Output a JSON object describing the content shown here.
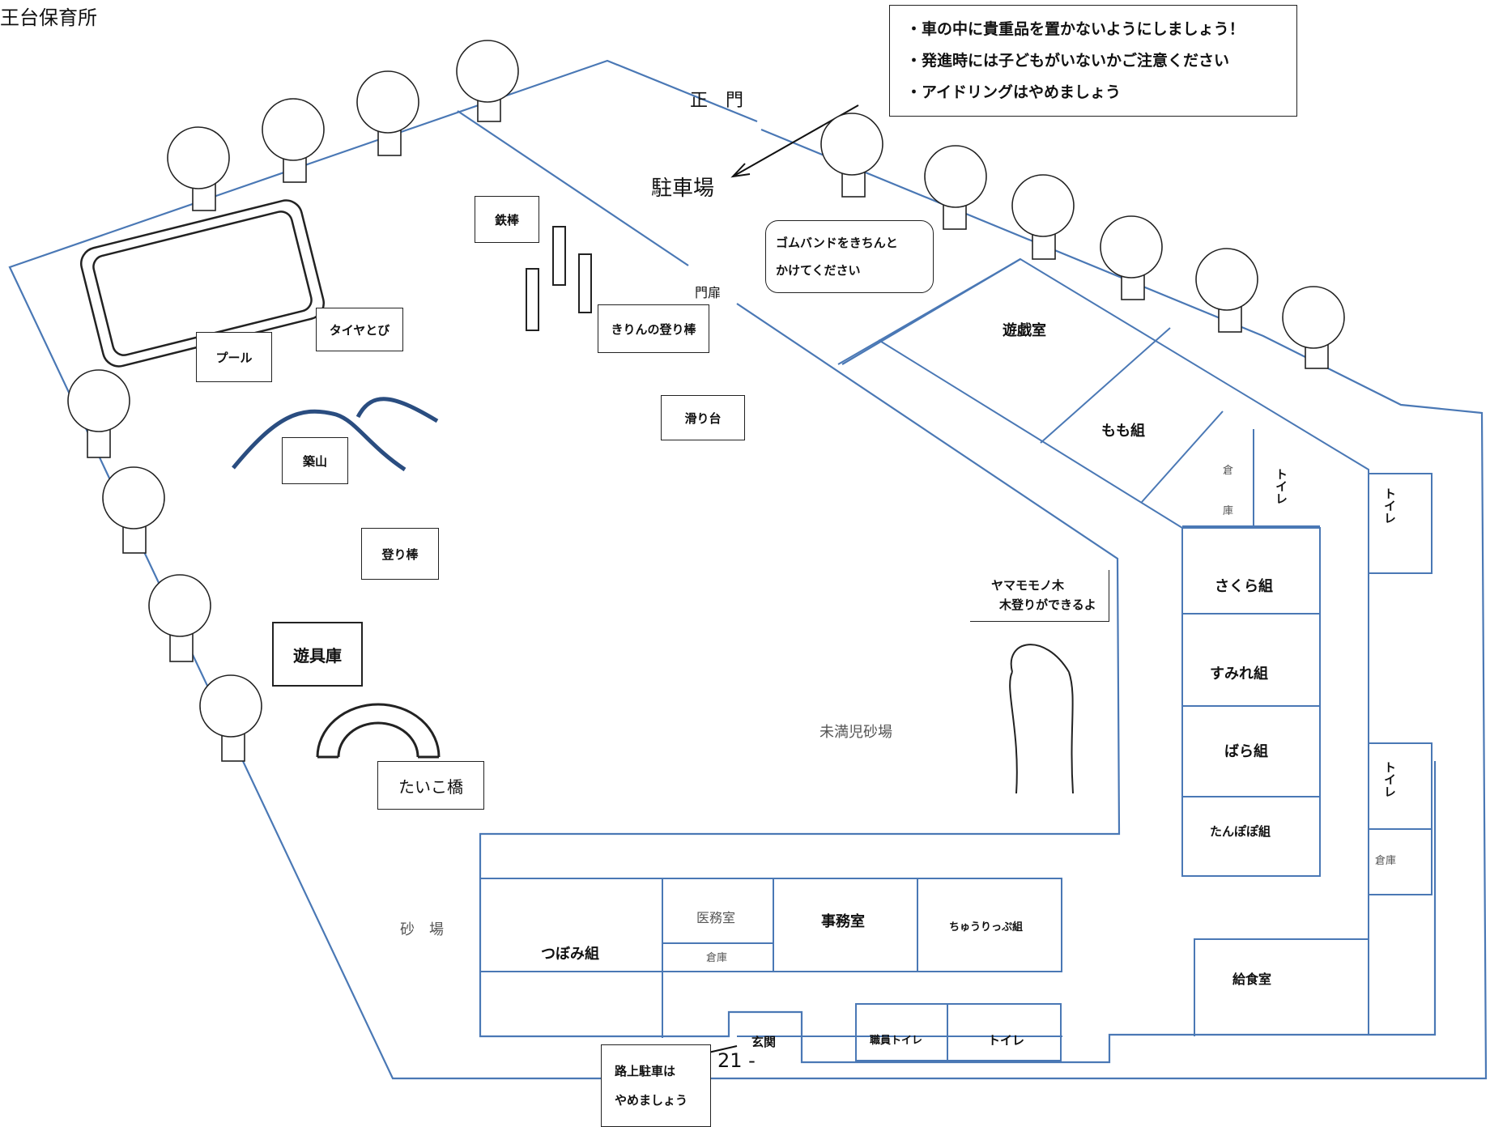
{
  "header": {
    "title": "王台保育所"
  },
  "notices": {
    "main": [
      "・車の中に貴重品を置かないようにしましょう！",
      "・発進時には子どもがいないかご注意ください",
      "・アイドリングはやめましょう"
    ],
    "gate_callout": [
      "ゴムバンドをきちんと",
      "かけてください"
    ],
    "street_parking": [
      "路上駐車は",
      "やめましょう"
    ]
  },
  "places": {
    "main_gate": "正　門",
    "parking": "駐車場",
    "gate_door": "門扉",
    "iron_bar": "鉄棒",
    "pool": "プール",
    "tire_jump": "タイヤとび",
    "giraffe_pole": "きりんの登り棒",
    "slide": "滑り台",
    "hill": "築山",
    "climbing_pole": "登り棒",
    "equipment_shed": "遊具庫",
    "drum_bridge": "たいこ橋",
    "sandbox": "砂　場",
    "toddler_sandbox": "未満児砂場",
    "tree_sign": [
      "ヤマモモノ木",
      "木登りができるよ"
    ]
  },
  "rooms": {
    "playroom": "遊戯室",
    "momo": "もも組",
    "storage": "倉",
    "storage2": "庫",
    "toilet": "トイレ",
    "sakura": "さくら組",
    "sumire": "すみれ組",
    "bara": "ばら組",
    "tanpopo": "たんぽぽ組",
    "east_toilet1": "トイレ",
    "east_toilet2": "トイレ",
    "east_storage": "倉庫",
    "kitchen": "給食室",
    "tsubomi": "つぼみ組",
    "medical": "医務室",
    "med_storage": "倉庫",
    "office": "事務室",
    "tulip": "ちゅうりっぷ組",
    "entrance": "玄関",
    "staff_toilet": "職員トイレ",
    "toilet2": "トイレ"
  },
  "page_number": "21 -",
  "colors": {
    "outline": "#4a78b5",
    "hill": "#2a4d80",
    "ink": "#222222"
  }
}
